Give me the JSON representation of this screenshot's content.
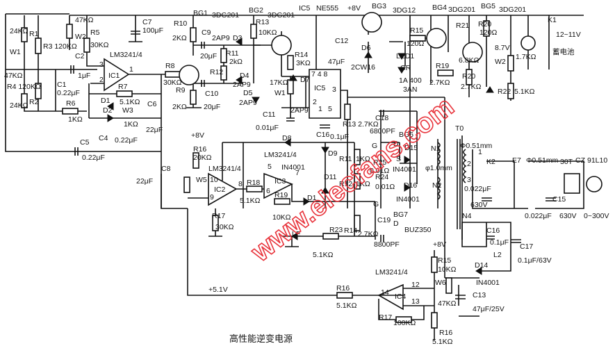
{
  "title": "高性能逆变电源",
  "watermark": "www.elecfans.com",
  "labels": [
    "BG1",
    "3DG201",
    "BG2",
    "3DG201",
    "IC5",
    "NE555",
    "+8V",
    "BG3",
    "3DG12",
    "BG4",
    "3DG201",
    "BG5",
    "3DG201",
    "R1",
    "24KΩ",
    "R3 120KΩ",
    "W1",
    "47KΩ",
    "R2",
    "24KΩ",
    "R4 120KΩ",
    "47KΩ",
    "W2",
    "R5",
    "30KΩ",
    "C2",
    "1μF",
    "C7",
    "100μF",
    "LM3241/4",
    "IC1",
    "3",
    "2",
    "1",
    "C1",
    "0.22μF",
    "R6",
    "1KΩ",
    "R7",
    "5.1KΩ",
    "D1",
    "D2",
    "W3",
    "1KΩ",
    "C6",
    "22μF",
    "C4",
    "0.22μF",
    "C5",
    "0.22μF",
    "R8",
    "30KΩ",
    "R10",
    "2KΩ",
    "R9",
    "2KΩ",
    "C9",
    "20μF",
    "2AP9",
    "D3",
    "R11",
    "2kΩ",
    "R12",
    "D4",
    "2AP9",
    "C10",
    "20μF",
    "R13",
    "10KΩ",
    "R14",
    "3KΩ",
    "17KΩ",
    "D5",
    "2AP9",
    "W1",
    "D7",
    "2AP9",
    "C11",
    "0.01μF",
    "7 4 8",
    "IC5",
    "3",
    "2",
    "1",
    "5",
    "C16",
    "0.1μF",
    "C12",
    "47μF",
    "D6",
    "2CW16",
    "R15",
    "120Ω",
    "LED1",
    "CR",
    "1A 400",
    "3AN",
    "R19",
    "2.7KΩ",
    "R20",
    "2.7KΩ",
    "R21",
    "R20",
    "120Ω",
    "6.8KΩ",
    "8.7V",
    "W2",
    "1.7KΩ",
    "R22",
    "5.1KΩ",
    "K1",
    "12~11V",
    "蓄电池",
    "C18",
    "6800PF",
    "BG6",
    "G",
    "D",
    "S",
    "D15",
    "R25",
    "0.01Ω",
    "IN4001",
    "φ1.0mm",
    "N1",
    "N2",
    "T0",
    "Φ0.51mm",
    "1",
    "K2",
    "2",
    "3",
    "0.022μF",
    "630V",
    "E7",
    "Φ0.51mm",
    "30T",
    "CZ",
    "91L10",
    "C15",
    "0.022μF",
    "630V",
    "0~300V",
    "N4",
    "C16",
    "0.1μF",
    "C17",
    "L2",
    "0.1μF/63V",
    "D14",
    "IN4001",
    "C13",
    "47μF/25V",
    "W6",
    "R15",
    "10KΩ",
    "+8V",
    "47KΩ",
    "R16",
    "5.1KΩ",
    "+8V",
    "R16",
    "20KΩ",
    "LM3241/4",
    "LM3241/4",
    "IC2",
    "W5",
    "10",
    "9",
    "8",
    "R18",
    "5.1KΩ",
    "IC3",
    "6",
    "7",
    "5",
    "IN4001",
    "R19",
    "10KΩ",
    "R17",
    "30KΩ",
    "D1",
    "D11",
    "R12",
    "1KΩ",
    "R11",
    "1KΩ",
    "R13 2.7KΩ",
    "R14",
    "2.7KΩ",
    "R24",
    "0.01Ω",
    "D16",
    "IN4001",
    "G",
    "BG7",
    "D",
    "BUZ350",
    "C19",
    "8800PF",
    "LE",
    "R23",
    "5.1KΩ",
    "D8",
    "D9",
    "C8",
    "22μF",
    "+5.1V",
    "R16",
    "5.1KΩ",
    "LM3241/4",
    "IC4",
    "14",
    "12",
    "13",
    "R17",
    "100KΩ"
  ]
}
